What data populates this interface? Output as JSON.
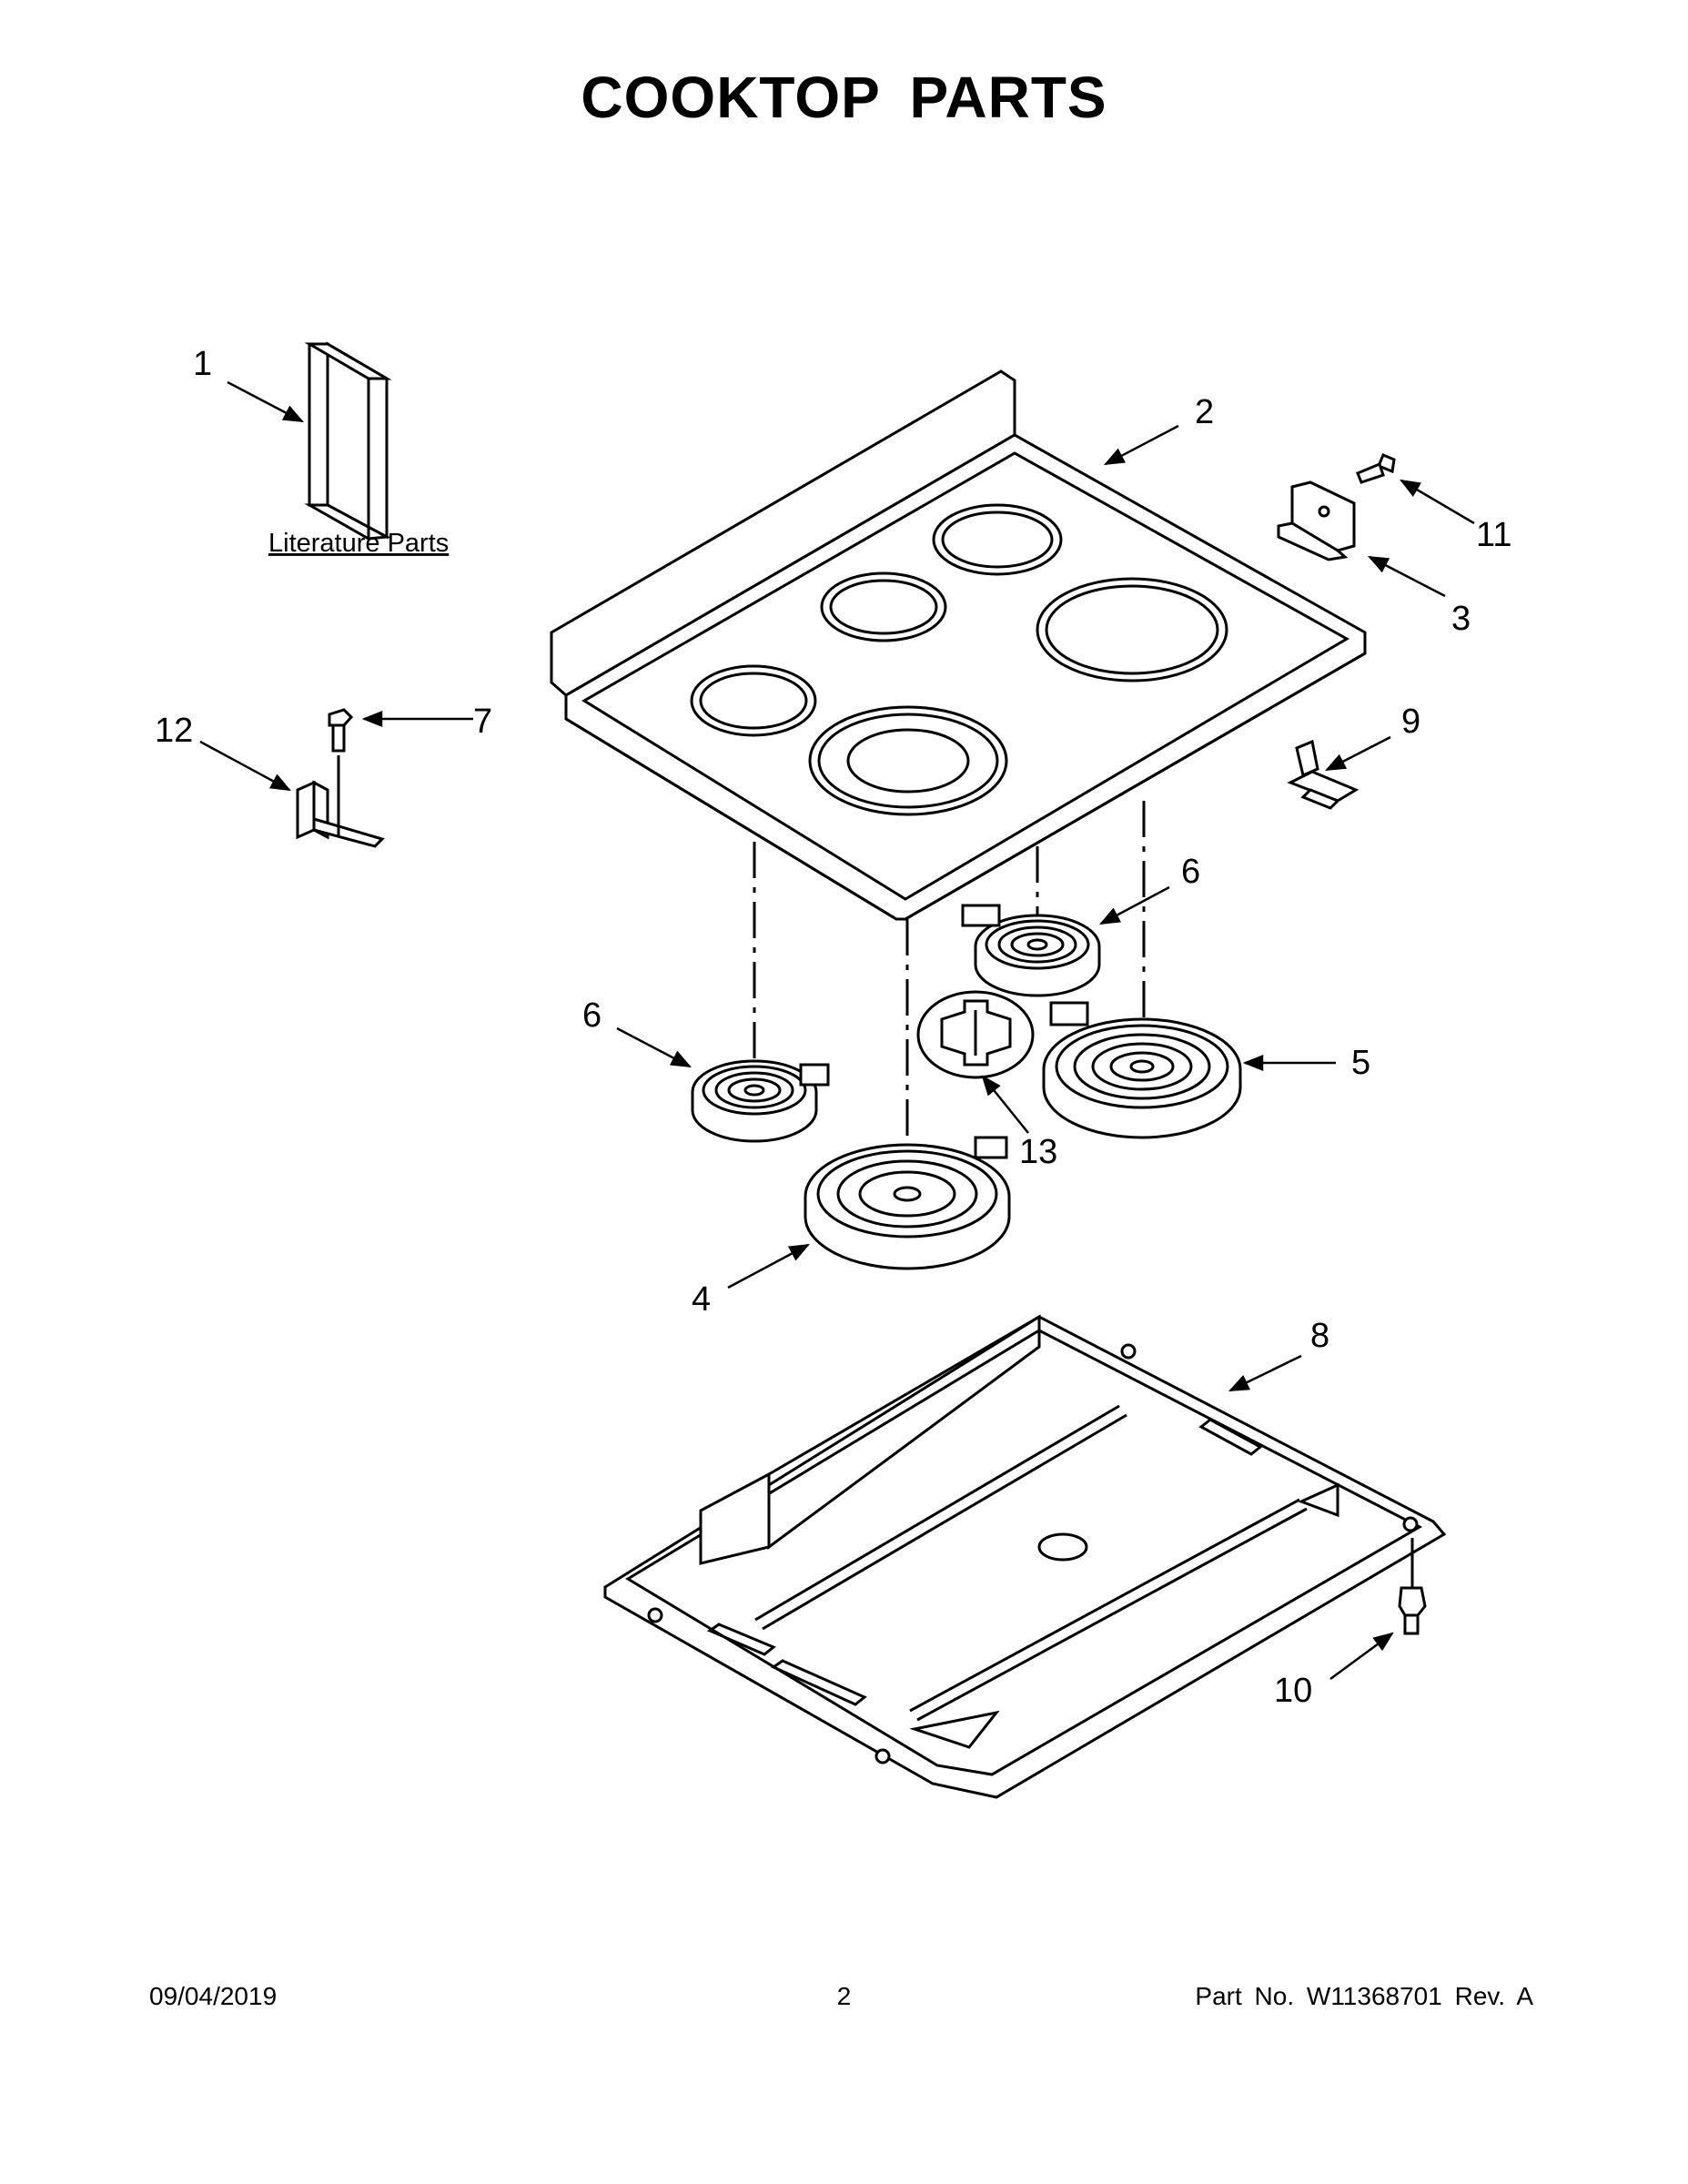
{
  "title": "COOKTOP PARTS",
  "literature_label": "Literature Parts",
  "callouts": {
    "c1": "1",
    "c2": "2",
    "c3": "3",
    "c4": "4",
    "c5": "5",
    "c6a": "6",
    "c6b": "6",
    "c7": "7",
    "c8": "8",
    "c9": "9",
    "c10": "10",
    "c11": "11",
    "c12": "12",
    "c13": "13"
  },
  "footer": {
    "date": "09/04/2019",
    "page": "2",
    "part": "Part No.  W11368701  Rev.  A"
  }
}
